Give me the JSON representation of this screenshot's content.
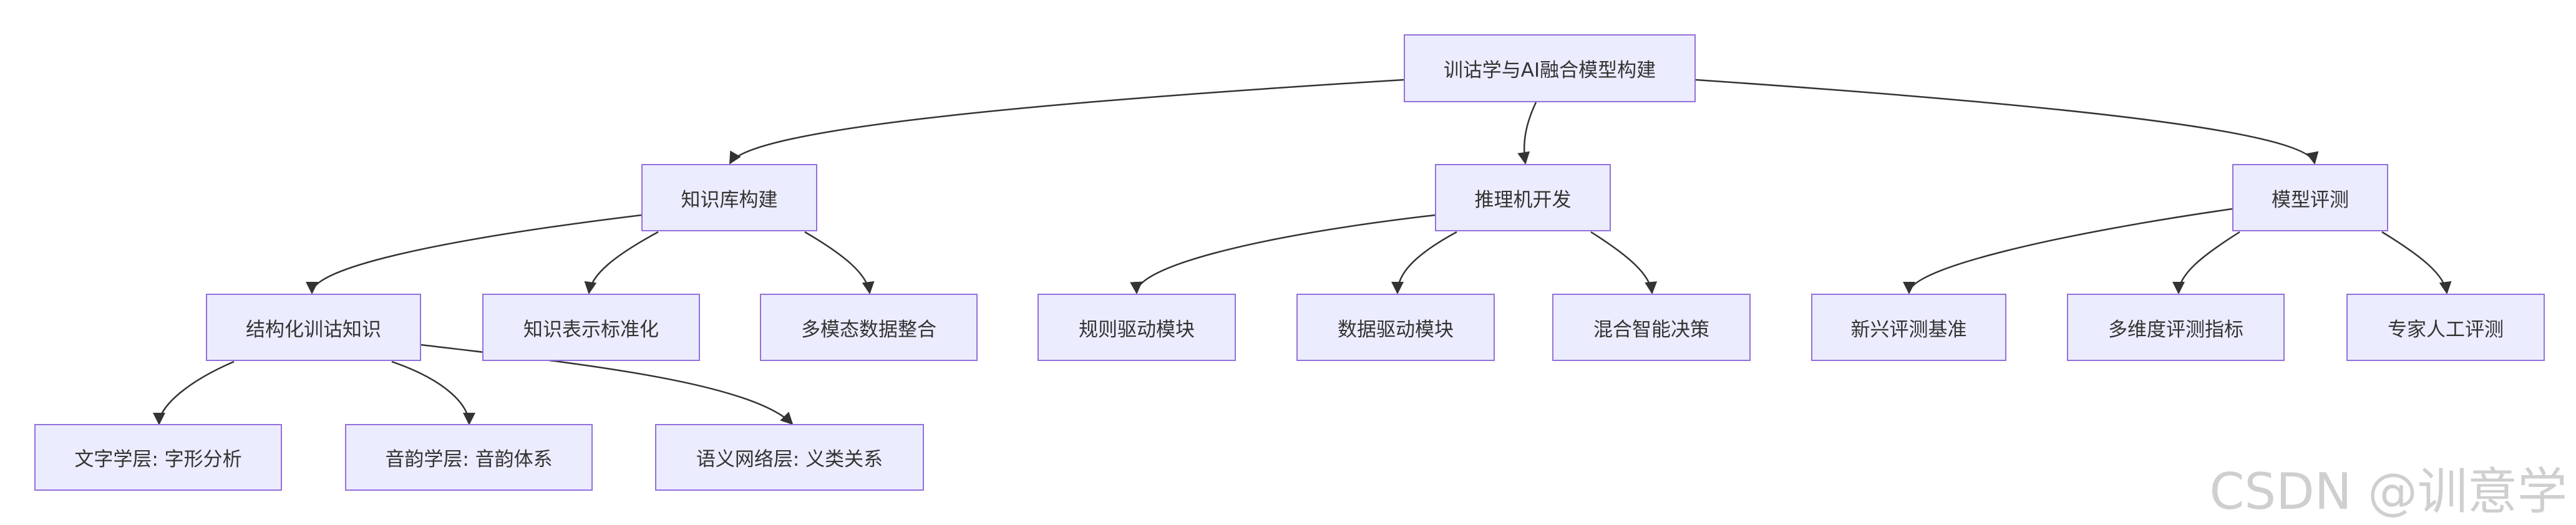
{
  "diagram": {
    "root": "训诂学与AI融合模型构建",
    "branches": [
      {
        "label": "知识库构建",
        "children": [
          {
            "label": "结构化训诂知识",
            "children": [
              "文字学层: 字形分析",
              "音韵学层: 音韵体系",
              "语义网络层: 义类关系"
            ]
          },
          {
            "label": "知识表示标准化"
          },
          {
            "label": "多模态数据整合"
          }
        ]
      },
      {
        "label": "推理机开发",
        "children": [
          {
            "label": "规则驱动模块"
          },
          {
            "label": "数据驱动模块"
          },
          {
            "label": "混合智能决策"
          }
        ]
      },
      {
        "label": "模型评测",
        "children": [
          {
            "label": "新兴评测基准"
          },
          {
            "label": "多维度评测指标"
          },
          {
            "label": "专家人工评测"
          }
        ]
      }
    ]
  },
  "watermark": "CSDN @训意学",
  "colors": {
    "node_fill": "#ececff",
    "node_border": "#9370db",
    "edge": "#333333",
    "text": "#333333"
  }
}
